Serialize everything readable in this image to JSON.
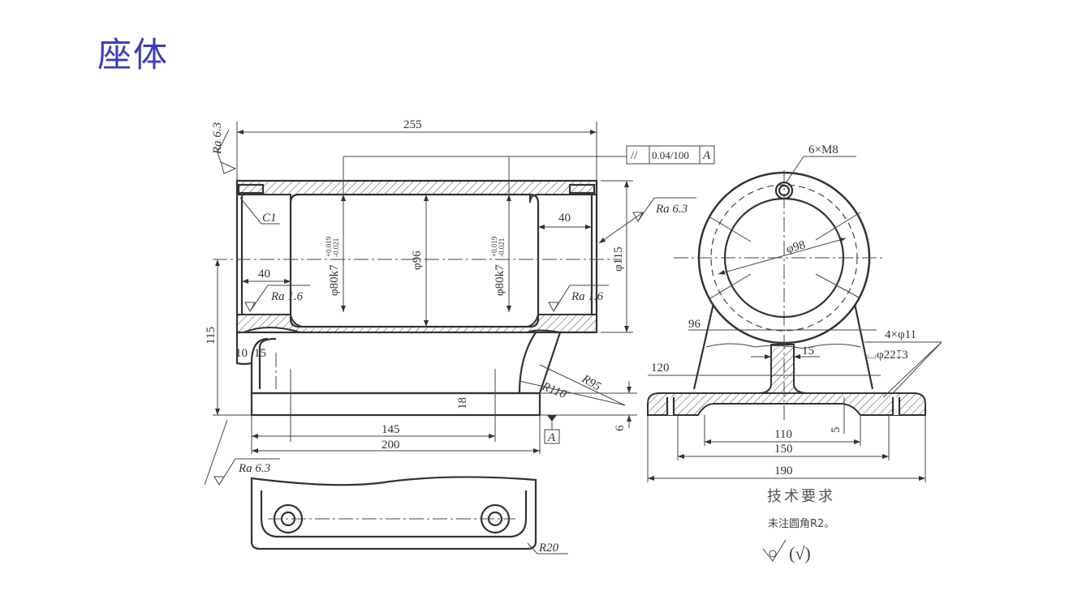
{
  "slide": {
    "title": "座体"
  },
  "front_view": {
    "overall_length": "255",
    "ra_end": "Ra 6.3",
    "tolerance_frame": {
      "symbol": "//",
      "value": "0.04/100",
      "datum": "A"
    },
    "chamfer": "C1",
    "left_depth": "40",
    "right_depth": "40",
    "bore_fit_left": "φ80k7",
    "bore_fit_right": "φ80k7",
    "tol_upper": "+0.019",
    "tol_lower": "-0.021",
    "inner_dia": "φ96",
    "outer_dia": "φ115",
    "ra_bore_left": "Ra 1.6",
    "ra_bore_right": "Ra 1.6",
    "ra_outer": "Ra 6.3",
    "center_height": "115",
    "dim_10": "10",
    "dim_15": "15",
    "r110": "R110",
    "r95": "R95",
    "dim_18": "18",
    "dim_6": "6",
    "dim_145": "145",
    "dim_200": "200",
    "datum_label": "A"
  },
  "bottom_view": {
    "ra_base": "Ra 6.3",
    "r20": "R20"
  },
  "side_view": {
    "threaded_holes": "6×M8",
    "dia_98": "φ98",
    "dim_96": "96",
    "holes": "4×φ11",
    "counterbore": "⌴φ22↧3",
    "web": "15",
    "dim_120": "120",
    "dim_5": "5",
    "dim_110": "110",
    "dim_150": "150",
    "dim_190": "190"
  },
  "notes": {
    "heading": "技术要求",
    "line1": "未注圆角R2。",
    "roughness_symbol": "∀(√)"
  }
}
